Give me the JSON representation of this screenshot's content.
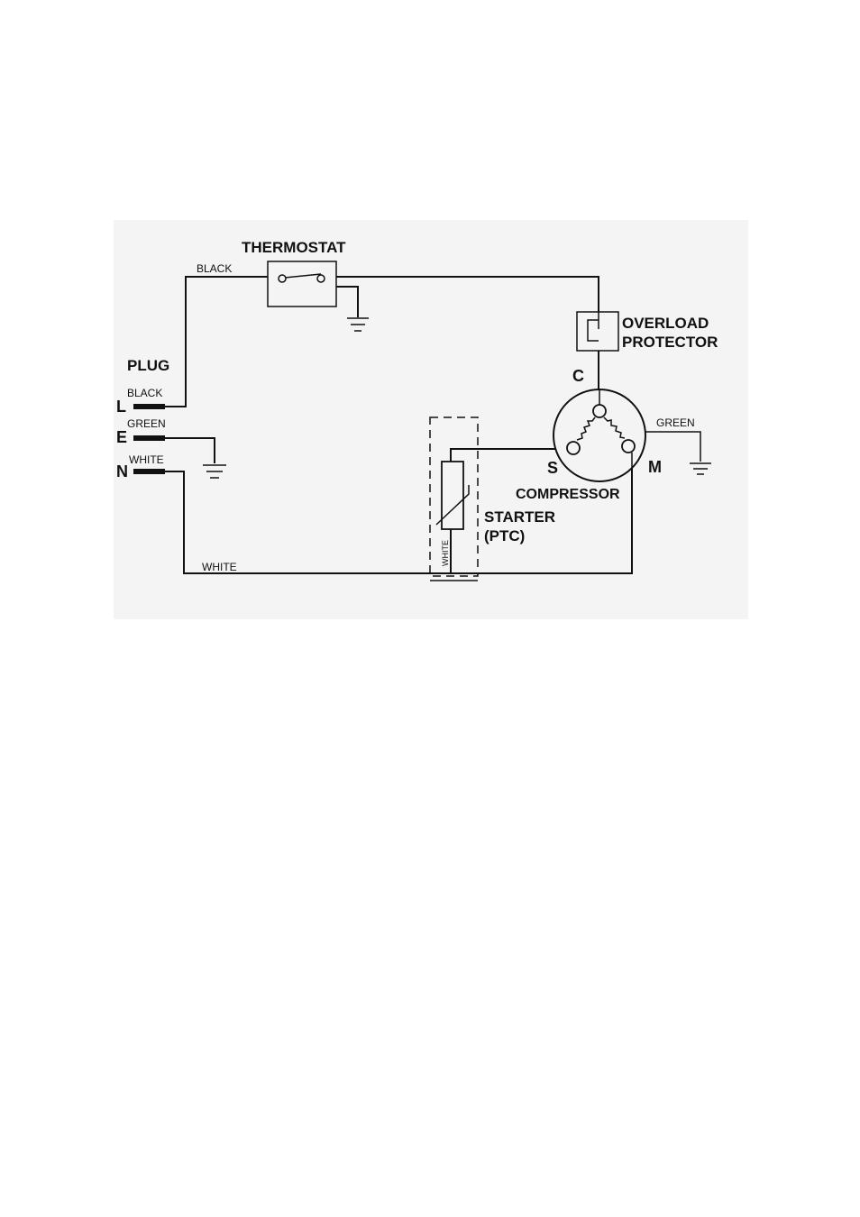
{
  "labels": {
    "thermostat": "THERMOSTAT",
    "overload_line1": "OVERLOAD",
    "overload_line2": "PROTECTOR",
    "plug": "PLUG",
    "compressor": "COMPRESSOR",
    "starter_line1": "STARTER",
    "starter_line2": "(PTC)"
  },
  "plug_pins": [
    {
      "letter": "L",
      "wire": "BLACK"
    },
    {
      "letter": "E",
      "wire": "GREEN"
    },
    {
      "letter": "N",
      "wire": "WHITE"
    }
  ],
  "wires": {
    "top_black": "BLACK",
    "bottom_white": "WHITE",
    "compressor_ground": "GREEN",
    "starter_vertical": "WHITE"
  },
  "terminals": {
    "common": "C",
    "start": "S",
    "main": "M"
  },
  "colors": {
    "ink": "#111111",
    "panel": "#f4f4f4",
    "page": "#ffffff"
  }
}
